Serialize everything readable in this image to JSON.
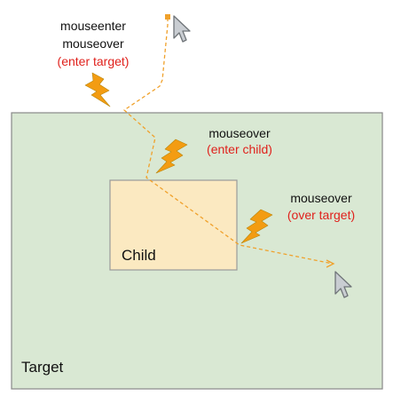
{
  "colors": {
    "target_fill": "#d9e8d3",
    "target_border": "#888888",
    "child_fill": "#fbe9c1",
    "child_border": "#9a9a9a",
    "path": "#f0a12b",
    "bolt": "#f39c12",
    "highlight": "#e0211c"
  },
  "boxes": {
    "target_label": "Target",
    "child_label": "Child"
  },
  "events": {
    "enter": {
      "line1": "mouseenter",
      "line2": "mouseover",
      "note": "(enter target)"
    },
    "child": {
      "line1": "mouseover",
      "note": "(enter child)"
    },
    "over": {
      "line1": "mouseover",
      "note": "(over target)"
    }
  },
  "icons": [
    "cursor-icon",
    "lightning-bolt-icon"
  ]
}
